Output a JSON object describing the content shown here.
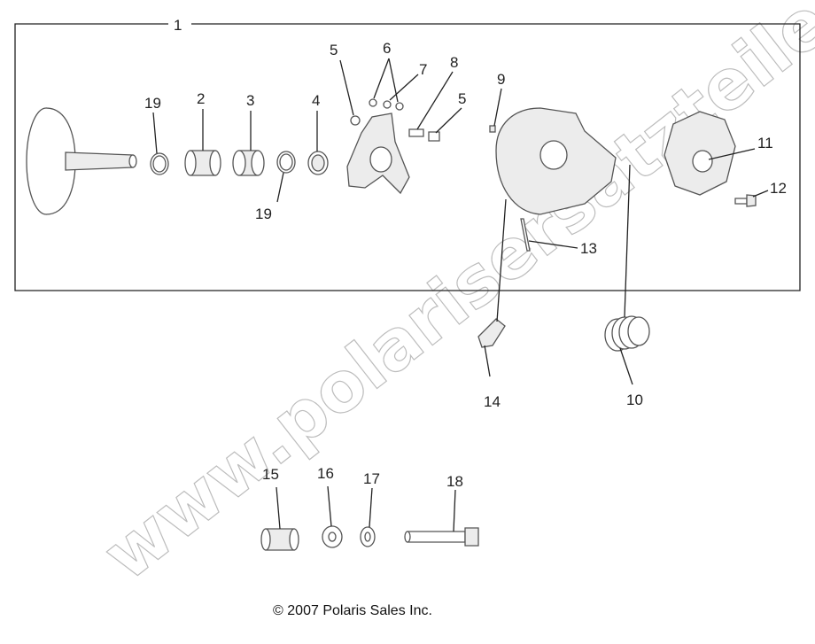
{
  "diagram": {
    "callouts": {
      "c1": "1",
      "c2": "2",
      "c3": "3",
      "c4": "4",
      "c5a": "5",
      "c5b": "5",
      "c6": "6",
      "c7": "7",
      "c8": "8",
      "c9": "9",
      "c10": "10",
      "c11": "11",
      "c12": "12",
      "c13": "13",
      "c14": "14",
      "c15": "15",
      "c16": "16",
      "c17": "17",
      "c18": "18",
      "c19a": "19",
      "c19b": "19"
    },
    "watermark": "www.polarisersatzteile.de",
    "copyright": "© 2007 Polaris Sales Inc."
  },
  "colors": {
    "line": "#222222",
    "part_stroke": "#555555",
    "watermark": "#c8c8c8"
  }
}
